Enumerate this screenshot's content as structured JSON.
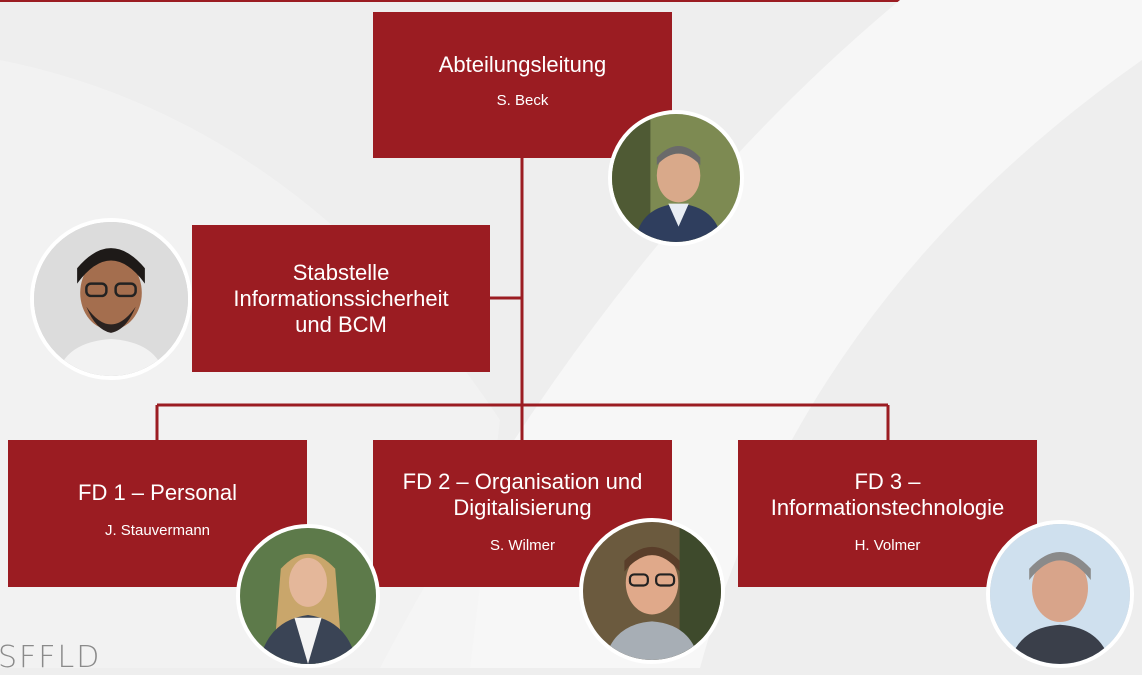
{
  "accent_color": "#9b1c22",
  "top": {
    "title": "Abteilungsleitung",
    "name": "S. Beck"
  },
  "staff": {
    "title": "Stabstelle\nInformationssicherheit\nund BCM"
  },
  "departments": [
    {
      "title": "FD 1 – Personal",
      "name": "J. Stauvermann"
    },
    {
      "title": "FD 2 – Organisation und\nDigitalisierung",
      "name": "S. Wilmer"
    },
    {
      "title": "FD 3 –\nInformationstechnologie",
      "name": "H. Volmer"
    }
  ],
  "watermark": {
    "text": "SFFLD"
  }
}
